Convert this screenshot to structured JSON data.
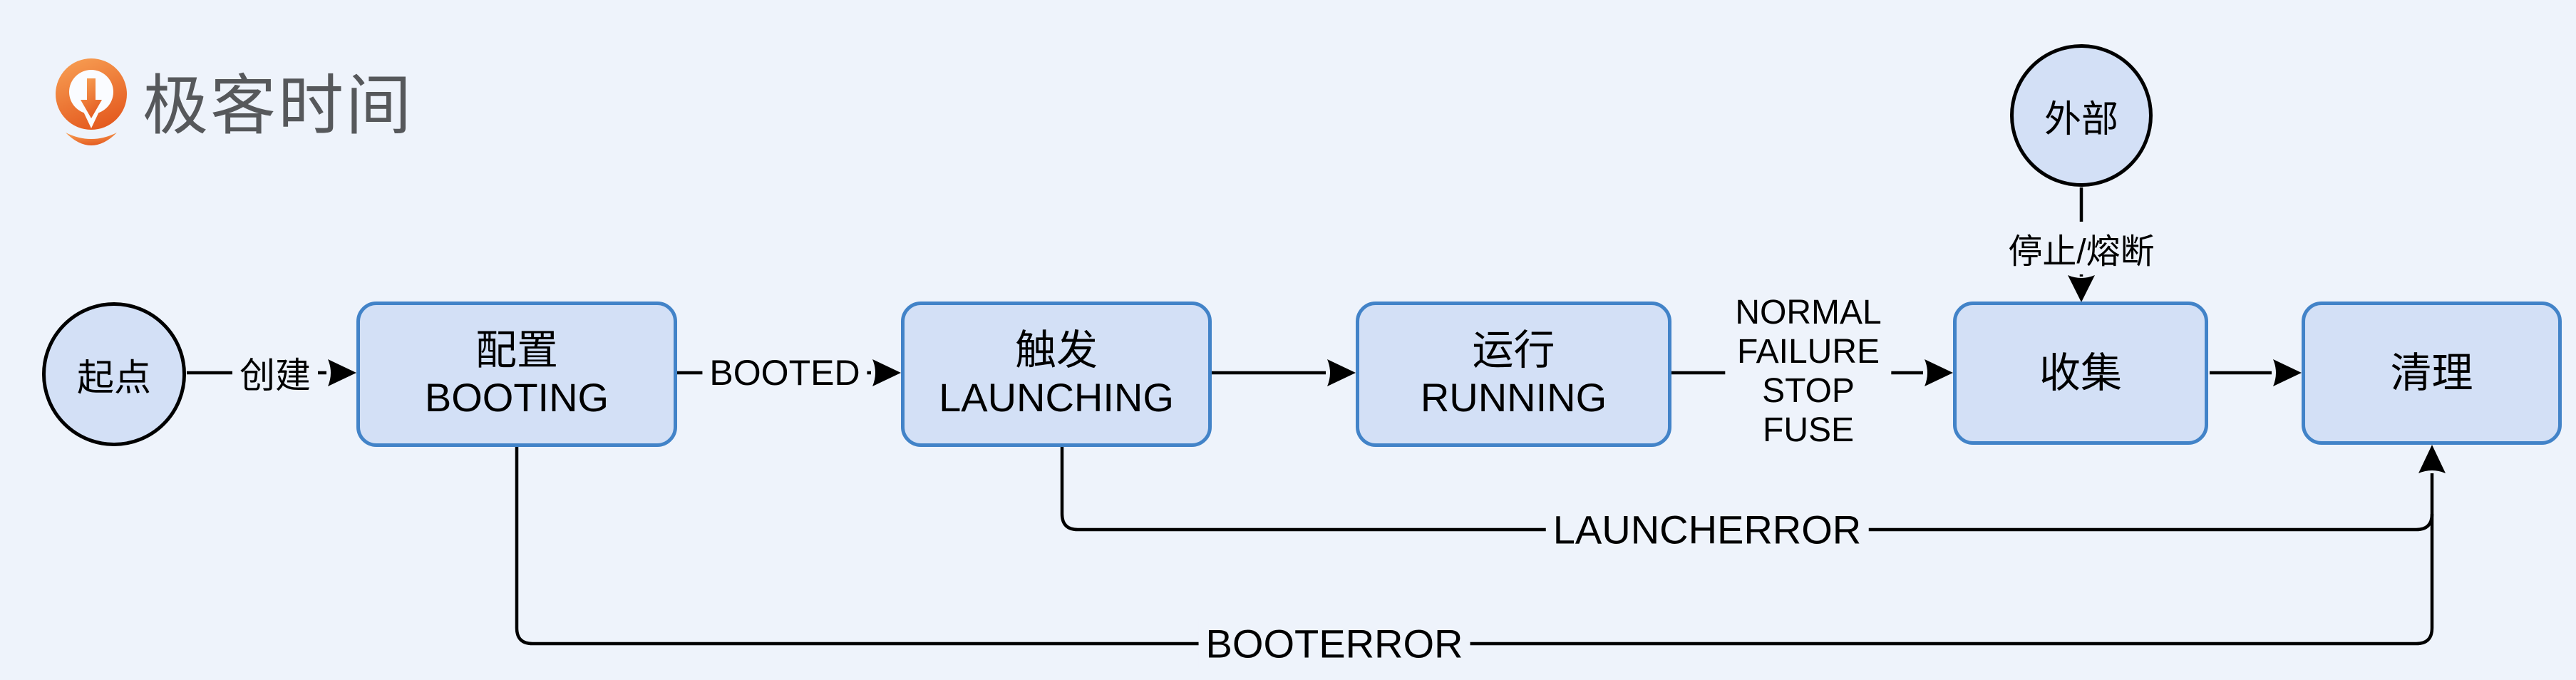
{
  "logo": {
    "brand_text": "极客时间",
    "icon": "geektime-q-logo"
  },
  "diagram": {
    "nodes": {
      "start": {
        "label": "起点",
        "shape": "circle"
      },
      "booting": {
        "label_zh": "配置",
        "label_en": "BOOTING",
        "shape": "rounded-box"
      },
      "launching": {
        "label_zh": "触发",
        "label_en": "LAUNCHING",
        "shape": "rounded-box"
      },
      "running": {
        "label_zh": "运行",
        "label_en": "RUNNING",
        "shape": "rounded-box"
      },
      "collect": {
        "label": "收集",
        "shape": "rounded-box"
      },
      "cleanup": {
        "label": "清理",
        "shape": "rounded-box"
      },
      "external": {
        "label": "外部",
        "shape": "circle"
      }
    },
    "edges": {
      "create": {
        "from": "start",
        "to": "booting",
        "label": "创建"
      },
      "booted": {
        "from": "booting",
        "to": "launching",
        "label": "BOOTED"
      },
      "launch": {
        "from": "launching",
        "to": "running",
        "label": ""
      },
      "run_result": {
        "from": "running",
        "to": "collect",
        "labels": [
          "NORMAL",
          "FAILURE",
          "STOP",
          "FUSE"
        ]
      },
      "collect_done": {
        "from": "collect",
        "to": "cleanup",
        "label": ""
      },
      "stop_fuse": {
        "from": "external",
        "to": "collect",
        "label": "停止/熔断"
      },
      "launcherror": {
        "from": "launching",
        "to": "cleanup",
        "label": "LAUNCHERROR"
      },
      "booterror": {
        "from": "booting",
        "to": "cleanup",
        "label": "BOOTERROR"
      }
    },
    "colors": {
      "background": "#eef3fb",
      "node_fill": "#d3e0f6",
      "box_border": "#4283c8",
      "circle_border": "#000000",
      "wire": "#000000",
      "logo_orange_top": "#f79d52",
      "logo_orange_bottom": "#e45a1f",
      "logo_text": "#56585b"
    }
  }
}
